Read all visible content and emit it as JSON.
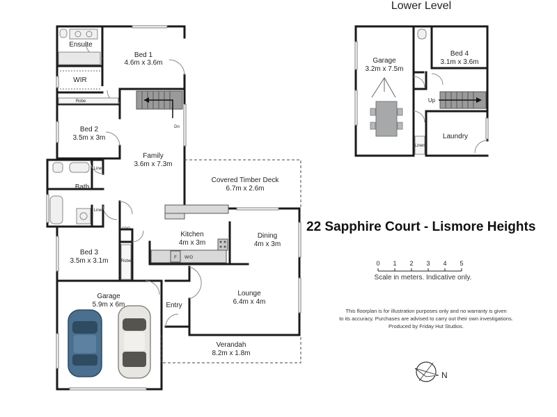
{
  "property_title": "22 Sapphire Court - Lismore Heights",
  "lower_level_heading": "Lower Level",
  "rooms": {
    "ensuite": "Ensuite",
    "bed1": {
      "name": "Bed 1",
      "dims": "4.6m x 3.6m"
    },
    "wir": "WIR",
    "robe_top": "Robe",
    "bed2": {
      "name": "Bed 2",
      "dims": "3.5m x 3m"
    },
    "linen_bath": "Linen",
    "bath": "Bath",
    "linen_lower": "Linen",
    "cbd": "CBD",
    "robe_bed3": "Robe",
    "bed3": {
      "name": "Bed 3",
      "dims": "3.5m x 3.1m"
    },
    "family": {
      "name": "Family",
      "dims": "3.6m x 7.3m"
    },
    "stairs_down": "Dn",
    "deck": {
      "name": "Covered Timber Deck",
      "dims": "6.7m x 2.6m"
    },
    "kitchen": {
      "name": "Kitchen",
      "dims": "4m x 3m"
    },
    "fridge": "F",
    "wio": "W/O",
    "dining": {
      "name": "Dining",
      "dims": "4m x 3m"
    },
    "entry": "Entry",
    "lounge": {
      "name": "Lounge",
      "dims": "6.4m x 4m"
    },
    "garage": {
      "name": "Garage",
      "dims": "5.9m x 6m"
    },
    "verandah": {
      "name": "Verandah",
      "dims": "8.2m x 1.8m"
    }
  },
  "lower_rooms": {
    "garage": {
      "name": "Garage",
      "dims": "3.2m x 7.5m"
    },
    "bed4": {
      "name": "Bed 4",
      "dims": "3.1m x 3.6m"
    },
    "stairs_up": "Up",
    "laundry": "Laundry",
    "linen": "Linen"
  },
  "scale": {
    "ticks": [
      "0",
      "1",
      "2",
      "3",
      "4",
      "5"
    ],
    "caption": "Scale in meters. Indicative only."
  },
  "disclaimer": [
    "This floorplan is for illustration purposes only and no warranty is given",
    "to its accuracy. Purchases are advised to carry out their own investigations.",
    "Produced by Friday Hut Studios."
  ],
  "compass_label": "N",
  "colors": {
    "wall": "#1a1a1a",
    "car_blue": "#4a6f8f",
    "car_white": "#e8e6e2",
    "table": "#a6a8aa"
  }
}
